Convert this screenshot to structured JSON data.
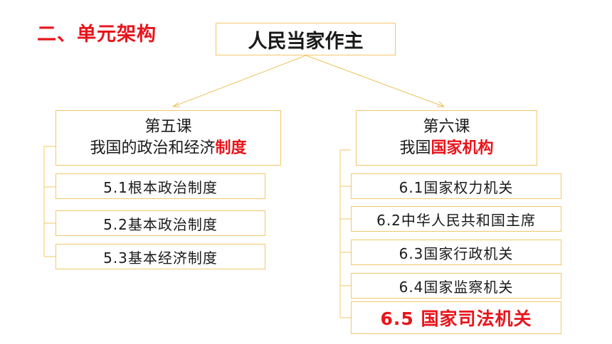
{
  "section_title": "二、单元架构",
  "root": {
    "label": "人民当家作主"
  },
  "lessons": [
    {
      "line1": "第五课",
      "line2_prefix": "我国的政治和经济",
      "line2_accent": "制度",
      "items": [
        "5.1根本政治制度",
        "5.2基本政治制度",
        "5.3基本经济制度"
      ]
    },
    {
      "line1": "第六课",
      "line2_prefix": "我国",
      "line2_accent": "国家机构",
      "items": [
        "6.1国家权力机关",
        "6.2中华人民共和国主席",
        "6.3国家行政机关",
        "6.4国家监察机关"
      ],
      "highlight_item": "6.5 国家司法机关"
    }
  ],
  "colors": {
    "accent_red": "#e8141b",
    "border_gold": "#f2c86a",
    "connector_gold": "#e9c25a"
  }
}
